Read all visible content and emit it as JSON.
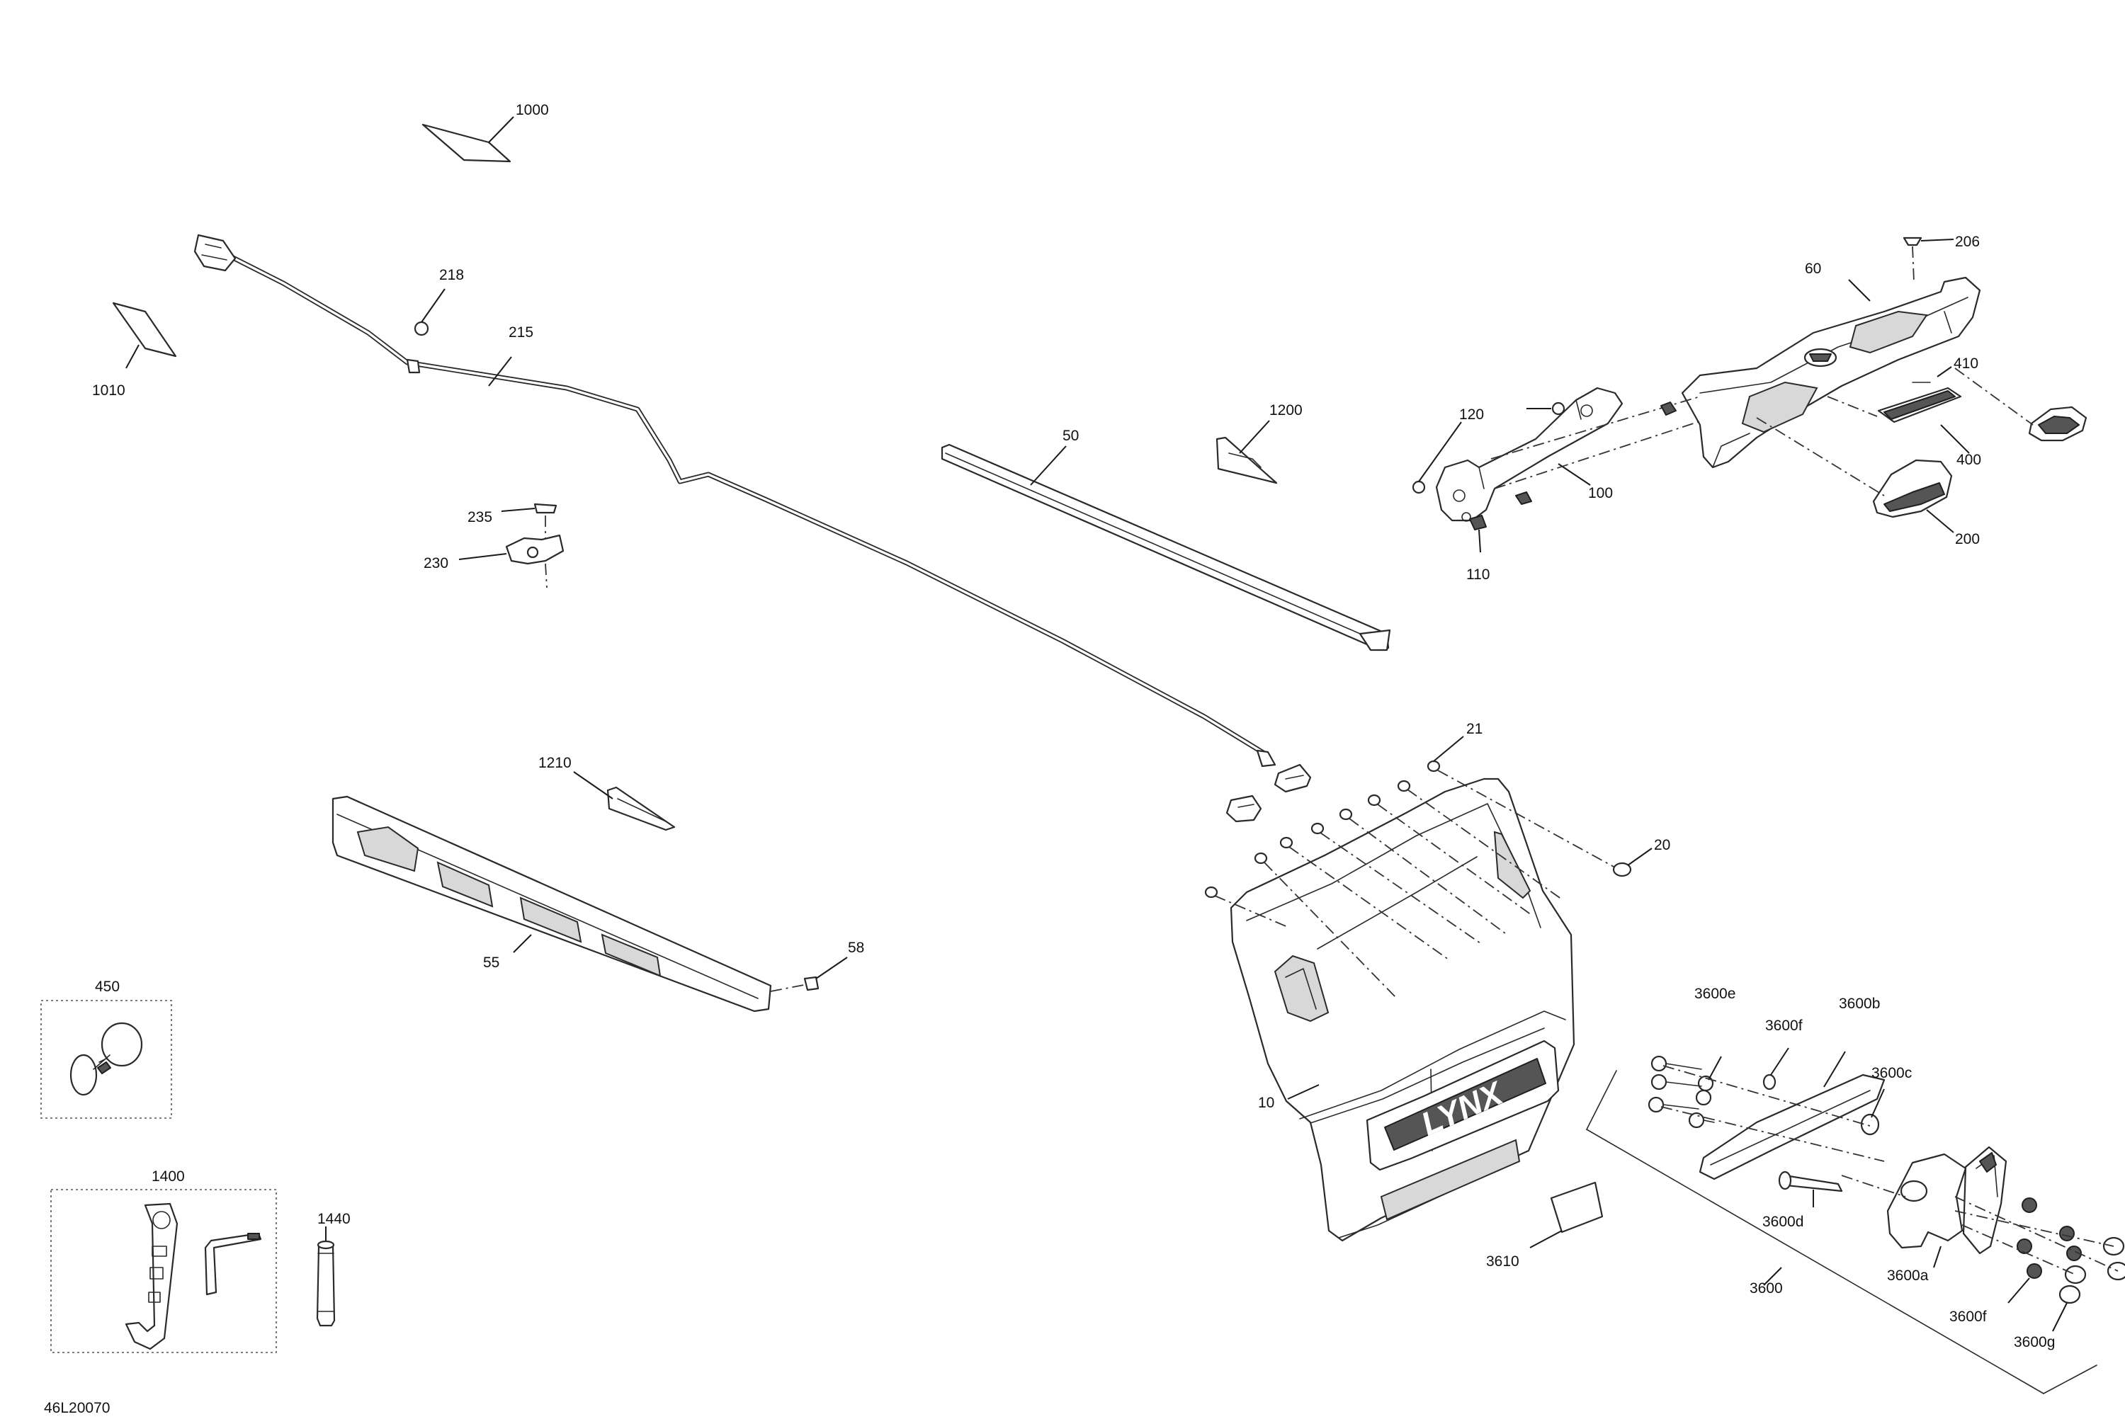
{
  "diagram": {
    "reference_code": "46L20070",
    "callouts": {
      "c1000": "1000",
      "c1010": "1010",
      "c218": "218",
      "c215": "215",
      "c235": "235",
      "c230": "230",
      "c50": "50",
      "c1200": "1200",
      "c1210": "1210",
      "c55": "55",
      "c58": "58",
      "c450": "450",
      "c1400": "1400",
      "c1440": "1440",
      "c206": "206",
      "c60": "60",
      "c410": "410",
      "c120": "120",
      "c400": "400",
      "c100": "100",
      "c200": "200",
      "c110": "110",
      "c21": "21",
      "c20": "20",
      "c10": "10",
      "c3610": "3610",
      "c3600e": "3600e",
      "c3600f_top": "3600f",
      "c3600b": "3600b",
      "c3600c": "3600c",
      "c3600d": "3600d",
      "c3600": "3600",
      "c3600a": "3600a",
      "c3600f_bottom": "3600f",
      "c3600g": "3600g"
    },
    "brand_logo": "LYNX"
  }
}
